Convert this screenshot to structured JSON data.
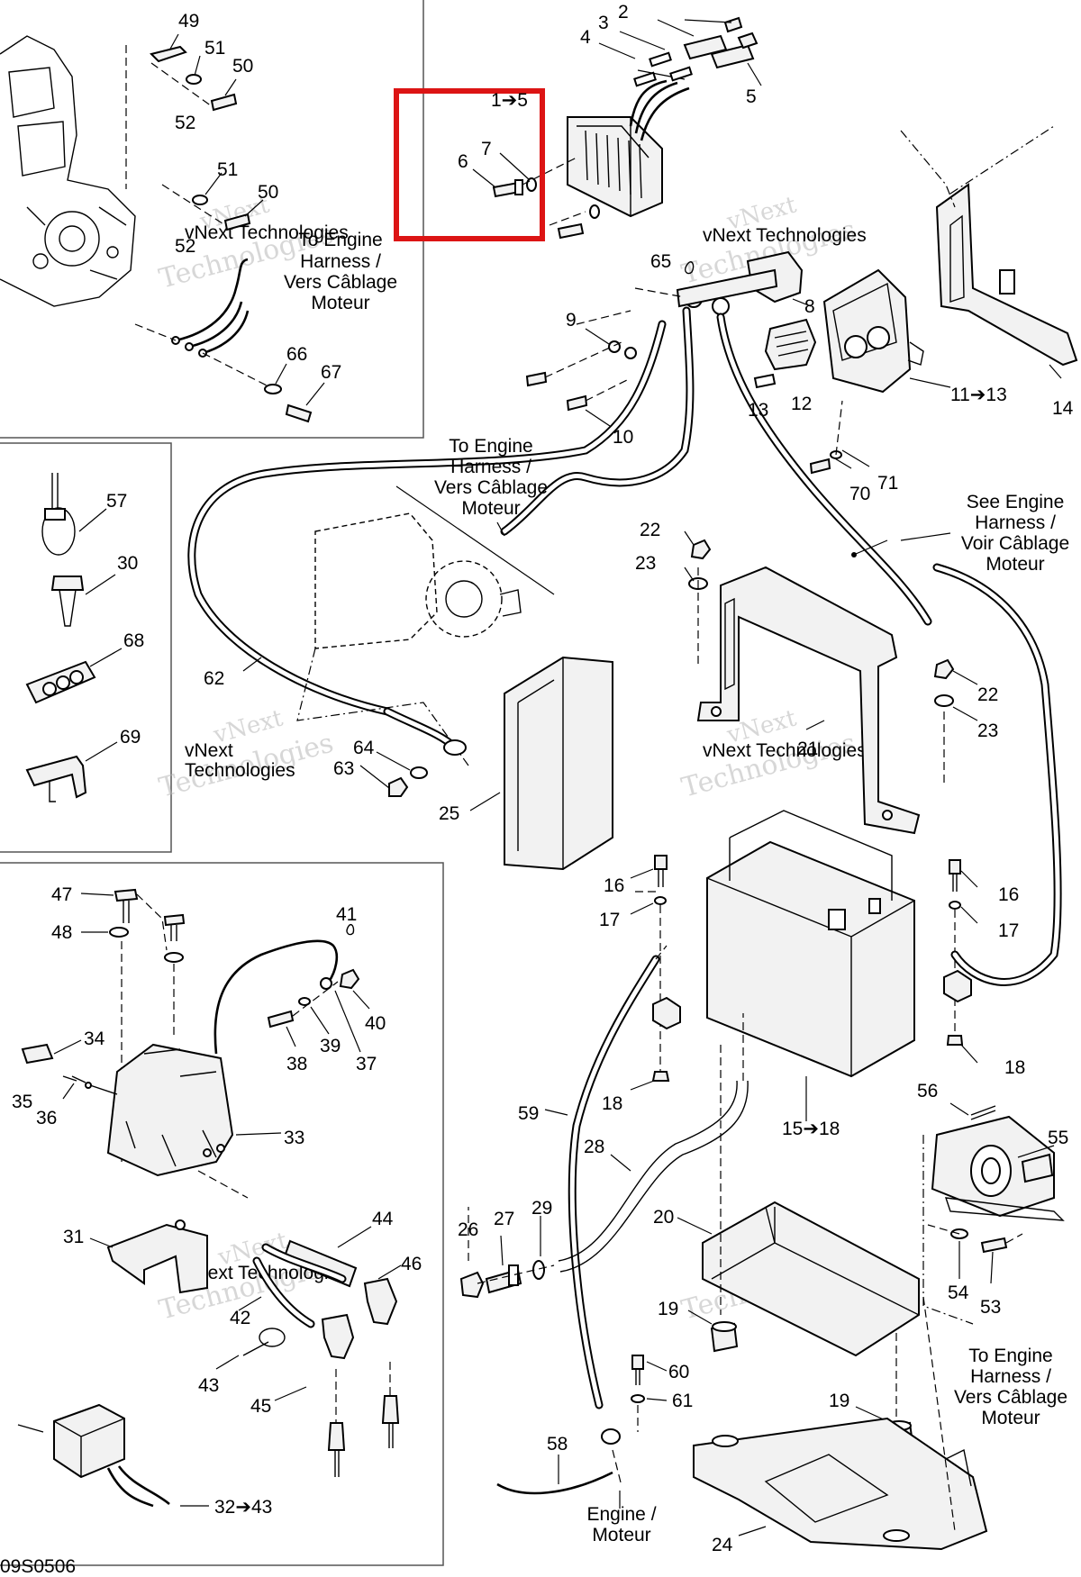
{
  "diagram_code": "09S0506",
  "watermark": [
    "vNext",
    "Technologies"
  ],
  "highlight_color": "#dc1414",
  "callouts": {
    "n1to5": "1➔5",
    "n2": "2",
    "n3": "3",
    "n4": "4",
    "n5": "5",
    "n6": "6",
    "n7": "7",
    "n8": "8",
    "n9": "9",
    "n10": "10",
    "n11to13": "11➔13",
    "n12": "12",
    "n13": "13",
    "n14": "14",
    "n15to18": "15➔18",
    "n16a": "16",
    "n16b": "16",
    "n17a": "17",
    "n17b": "17",
    "n18a": "18",
    "n18b": "18",
    "n19a": "19",
    "n19b": "19",
    "n20": "20",
    "n21": "21",
    "n22a": "22",
    "n22b": "22",
    "n23a": "23",
    "n23b": "23",
    "n24": "24",
    "n25": "25",
    "n26": "26",
    "n27": "27",
    "n28": "28",
    "n29": "29",
    "n30": "30",
    "n31": "31",
    "n32to43": "32➔43",
    "n33": "33",
    "n34": "34",
    "n35": "35",
    "n36": "36",
    "n37": "37",
    "n38": "38",
    "n39": "39",
    "n40": "40",
    "n41": "41",
    "n42": "42",
    "n43": "43",
    "n44": "44",
    "n45": "45",
    "n46": "46",
    "n47": "47",
    "n48": "48",
    "n49": "49",
    "n50a": "50",
    "n50b": "50",
    "n51a": "51",
    "n51b": "51",
    "n52a": "52",
    "n52b": "52",
    "n53": "53",
    "n54": "54",
    "n55": "55",
    "n56": "56",
    "n57": "57",
    "n58": "58",
    "n59": "59",
    "n60": "60",
    "n61": "61",
    "n62": "62",
    "n63": "63",
    "n64": "64",
    "n65": "65",
    "n66": "66",
    "n67": "67",
    "n68": "68",
    "n69": "69",
    "n70": "70",
    "n71": "71"
  },
  "captions": {
    "engine_harness_top": [
      "To Engine",
      "Harness /",
      "Vers Câblage",
      "Moteur"
    ],
    "engine_harness_mid": [
      "To Engine",
      "Harness /",
      "Vers Câblage",
      "Moteur"
    ],
    "see_engine_harness": [
      "See Engine",
      "Harness /",
      "Voir Câblage",
      "Moteur"
    ],
    "engine_harness_right": [
      "To Engine",
      "Harness /",
      "Vers Câblage",
      "Moteur"
    ],
    "engine_moteur": [
      "Engine /",
      "Moteur"
    ]
  }
}
